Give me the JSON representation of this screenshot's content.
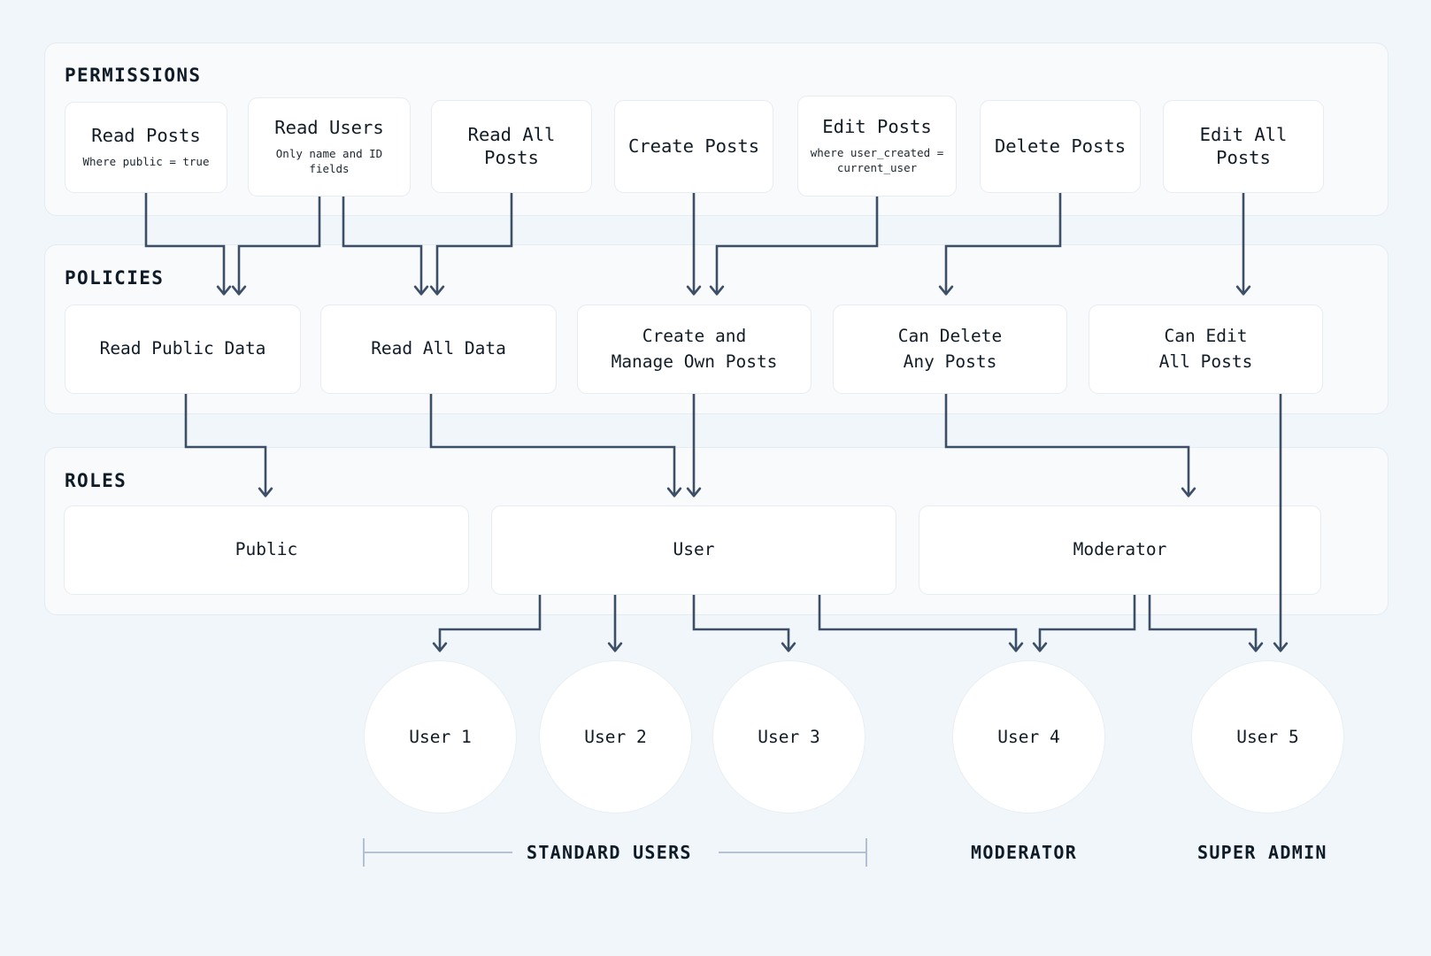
{
  "sections": [
    {
      "key": "permissions",
      "label": "PERMISSIONS"
    },
    {
      "key": "policies",
      "label": "POLICIES"
    },
    {
      "key": "roles",
      "label": "ROLES"
    }
  ],
  "permissions": [
    {
      "title": "Read Posts",
      "sub": "Where public = true"
    },
    {
      "title": "Read Users",
      "sub": "Only name and ID fields"
    },
    {
      "title": "Read All Posts",
      "sub": ""
    },
    {
      "title": "Create Posts",
      "sub": ""
    },
    {
      "title": "Edit Posts",
      "sub": "where user_created =\ncurrent_user"
    },
    {
      "title": "Delete Posts",
      "sub": ""
    },
    {
      "title": "Edit All Posts",
      "sub": ""
    }
  ],
  "policies": [
    {
      "title": "Read Public Data"
    },
    {
      "title": "Read All Data"
    },
    {
      "title": "Create and\nManage Own Posts"
    },
    {
      "title": "Can Delete\nAny Posts"
    },
    {
      "title": "Can Edit\nAll Posts"
    }
  ],
  "roles": [
    {
      "title": "Public"
    },
    {
      "title": "User"
    },
    {
      "title": "Moderator"
    }
  ],
  "users": [
    {
      "title": "User 1"
    },
    {
      "title": "User 2"
    },
    {
      "title": "User 3"
    },
    {
      "title": "User 4"
    },
    {
      "title": "User 5"
    }
  ],
  "group_labels": [
    {
      "key": "standard",
      "label": "STANDARD USERS",
      "bracket": true
    },
    {
      "key": "moderator",
      "label": "MODERATOR",
      "bracket": false
    },
    {
      "key": "superadmin",
      "label": "SUPER ADMIN",
      "bracket": false
    }
  ],
  "colors": {
    "page_background": "#f1f6fa",
    "panel_background": "#f8fafc",
    "panel_border": "#e4ebf2",
    "card_background": "#ffffff",
    "card_border": "#e6ecf2",
    "connector": "#3d4f66",
    "bracket": "#aebbcb",
    "text": "#121c26"
  }
}
